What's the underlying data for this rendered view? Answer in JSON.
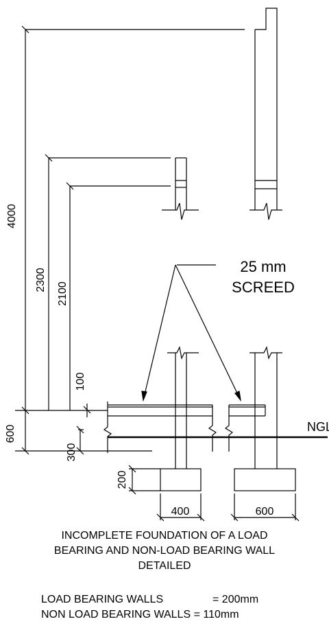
{
  "dimensions": {
    "total_height": "4000",
    "wall_2300": "2300",
    "wall_2100": "2100",
    "screed_100": "100",
    "foundation_600": "600",
    "depth_300": "300",
    "footing_200": "200",
    "footing_width_400": "400",
    "footing_width_600": "600"
  },
  "callout": {
    "line1": "25 mm",
    "line2": "SCREED"
  },
  "ngl_label": "NGL",
  "caption": {
    "line1": "INCOMPLETE FOUNDATION OF A LOAD",
    "line2": "BEARING AND NON-LOAD BEARING WALL",
    "line3": "DETAILED"
  },
  "legend": {
    "load_label": "LOAD BEARING WALLS",
    "load_value": "= 200mm",
    "nonload_label": "NON LOAD BEARING WALLS",
    "nonload_value": "= 110mm"
  }
}
